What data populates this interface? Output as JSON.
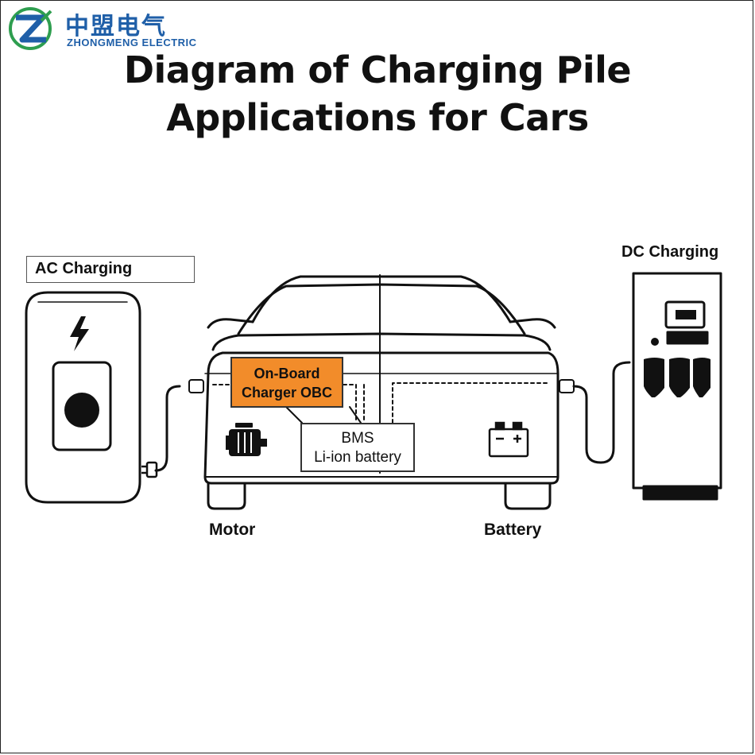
{
  "logo": {
    "name_cn": "中盟电气",
    "name_en": "ZHONGMENG ELECTRIC",
    "brand_color": "#1f5fa8",
    "accent_color": "#2e9e4f"
  },
  "title_lines": [
    "Diagram of Charging Pile",
    "Applications for Cars"
  ],
  "labels": {
    "ac_charging": "AC Charging",
    "dc_charging": "DC Charging",
    "obc_line1": "On-Board",
    "obc_line2": "Charger OBC",
    "bms_line1": "BMS",
    "bms_line2": "Li-ion battery",
    "motor": "Motor",
    "battery": "Battery"
  },
  "colors": {
    "obc_fill": "#f28c2a",
    "line": "#111111"
  },
  "icons": [
    "lightning-icon",
    "motor-icon",
    "battery-icon",
    "plug-icon"
  ]
}
